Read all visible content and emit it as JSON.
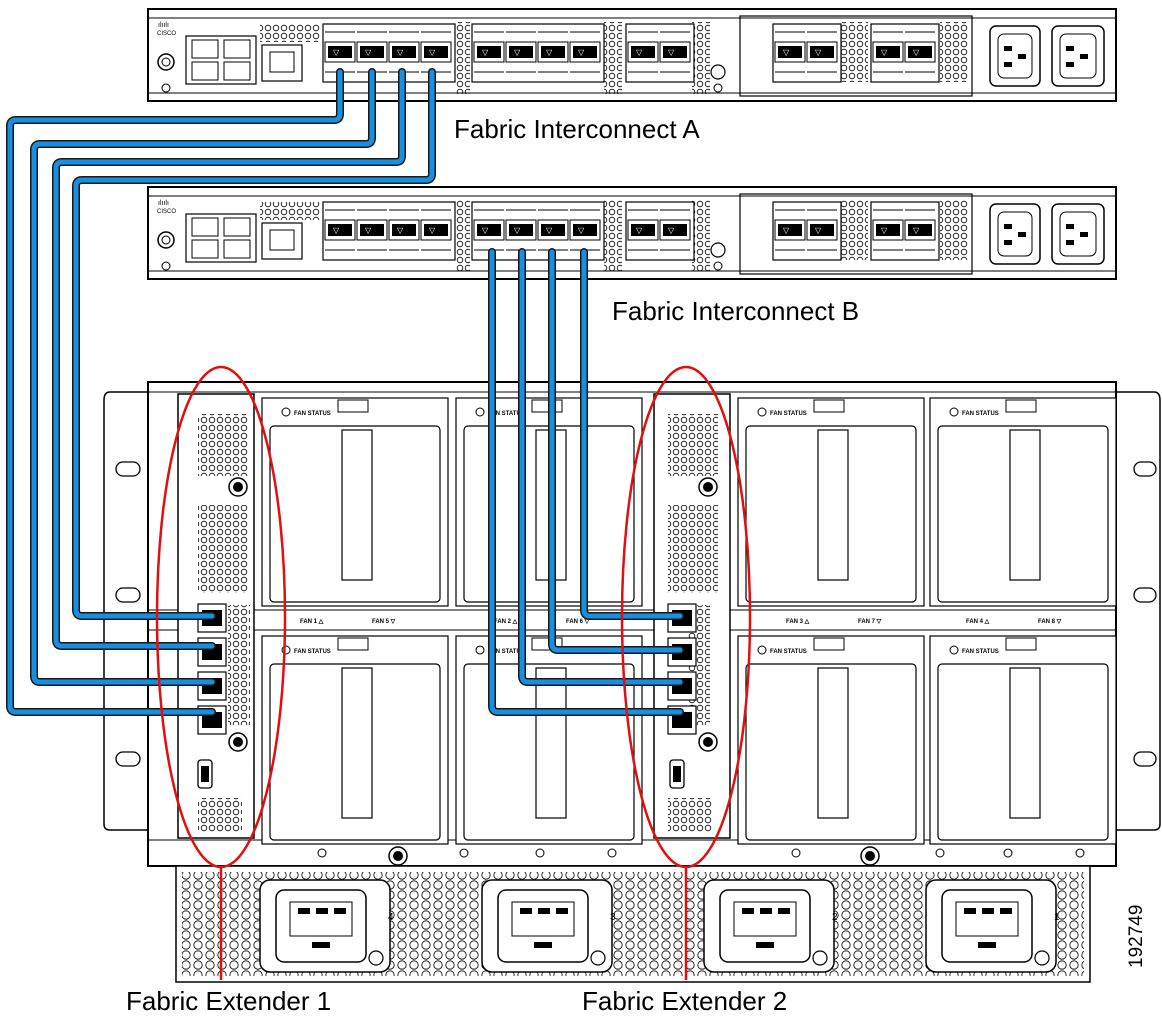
{
  "labels": {
    "fi_a": "Fabric Interconnect A",
    "fi_b": "Fabric Interconnect B",
    "fex1": "Fabric Extender 1",
    "fex2": "Fabric Extender 2",
    "figure_id": "192749"
  },
  "chassis": {
    "fan_status": "FAN STATUS",
    "fan_labels_top": [
      "FAN 1 △",
      "FAN 5 ▽",
      "FAN 2 △",
      "FAN 6 ▽",
      "FAN 3 △",
      "FAN 7 ▽",
      "FAN 4 △",
      "FAN 8 ▽"
    ],
    "psu_numbers": [
      "4",
      "3",
      "2",
      "1"
    ]
  },
  "colors": {
    "cable": "#1a8fe0",
    "cable_outline": "#1a1a1a",
    "highlight": "#e01010",
    "device": "#ffffff",
    "line": "#000000"
  },
  "icons": [
    "cisco-logo-icon",
    "power-inlet-icon",
    "sfp-port-icon",
    "screw-icon"
  ]
}
